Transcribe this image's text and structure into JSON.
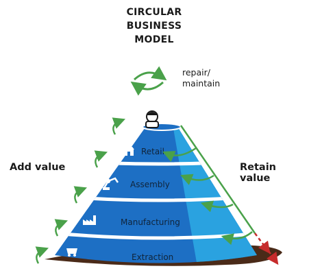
{
  "title": {
    "line1": "CIRCULAR",
    "line2": "BUSINESS",
    "line3": "MODEL"
  },
  "loop": {
    "label_line1": "repair/",
    "label_line2": "maintain"
  },
  "side_labels": {
    "left": "Add value",
    "right": "Retain value"
  },
  "tiers": [
    {
      "label": "Retail",
      "icon": "shop-icon"
    },
    {
      "label": "Assembly",
      "icon": "robot-arm-icon"
    },
    {
      "label": "Manufacturing",
      "icon": "factory-icon"
    },
    {
      "label": "Extraction",
      "icon": "mine-cart-icon"
    }
  ],
  "colors": {
    "blue": "#1d6fc4",
    "light_blue": "#2aa2e0",
    "green": "#4aa14a",
    "red": "#c62b2b",
    "brown": "#4a2a18"
  }
}
